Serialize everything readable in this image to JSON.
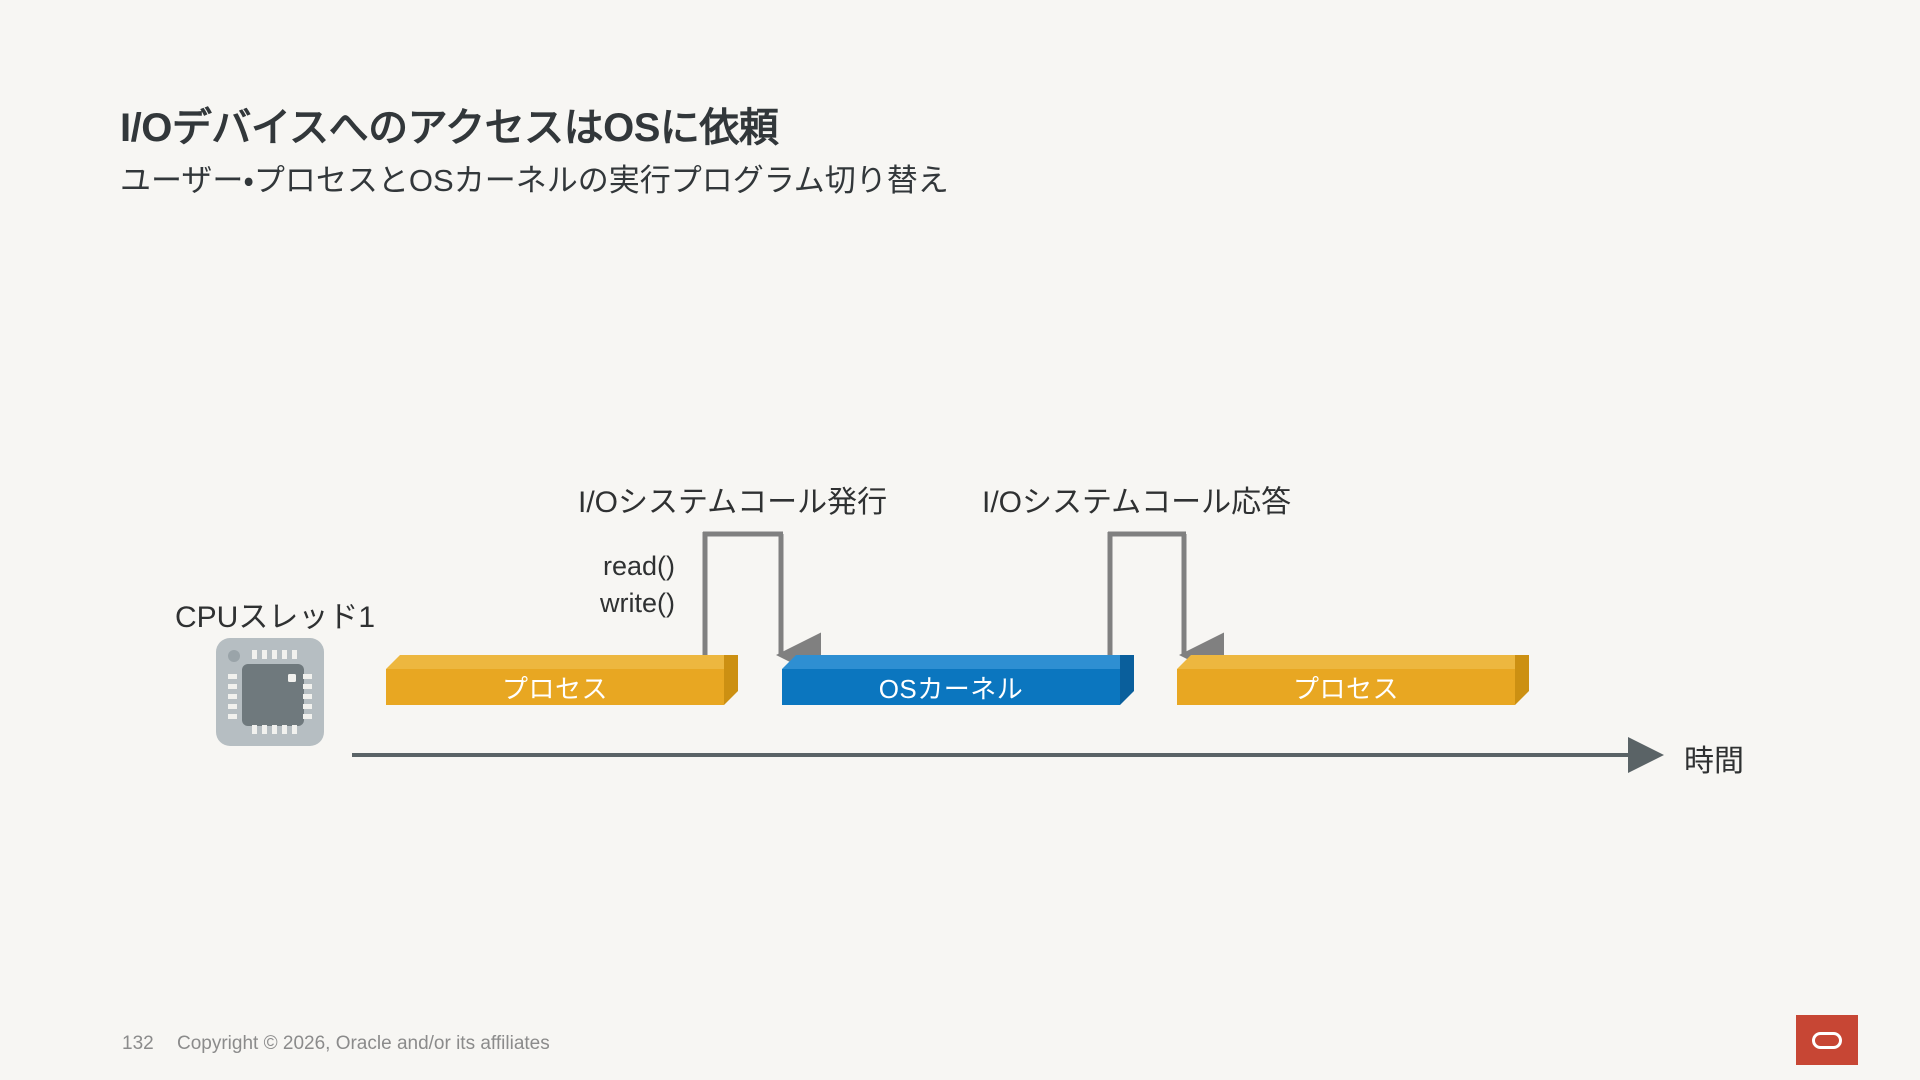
{
  "slide": {
    "title": "I/OデバイスへのアクセスはOSに依頼",
    "subtitle": "ユーザー・プロセスとOSカーネルの実行プログラム切り替え"
  },
  "diagram": {
    "cpu_label": "CPUスレッド1",
    "cpu_icon": "cpu-chip-icon",
    "time_axis_label": "時間",
    "callouts": [
      {
        "id": "issue",
        "label": "I/Oシステムコール発行"
      },
      {
        "id": "reply",
        "label": "I/Oシステムコール応答"
      }
    ],
    "syscall_functions": [
      "read()",
      "write()"
    ],
    "bars": [
      {
        "id": "process-1",
        "label": "プロセス",
        "kind": "user-process",
        "color": "#e8a722",
        "top_color": "#edb73f",
        "side_color": "#cc9012"
      },
      {
        "id": "kernel",
        "label": "OSカーネル",
        "kind": "os-kernel",
        "color": "#0b76bf",
        "top_color": "#2e8fd2",
        "side_color": "#0a5f9c"
      },
      {
        "id": "process-2",
        "label": "プロセス",
        "kind": "user-process",
        "color": "#e8a722",
        "top_color": "#edb73f",
        "side_color": "#cc9012"
      }
    ]
  },
  "footer": {
    "page_number": "132",
    "copyright": "Copyright © 2026, Oracle and/or its affiliates",
    "logo_name": "oracle-logo"
  },
  "colors": {
    "background": "#f7f6f3",
    "text": "#2f3132",
    "accent_yellow": "#e8a722",
    "accent_blue": "#0b76bf",
    "arrow_gray": "#808080",
    "axis_gray": "#5a6366",
    "brand_red": "#c74634",
    "footer_text": "#8b8b8b"
  }
}
